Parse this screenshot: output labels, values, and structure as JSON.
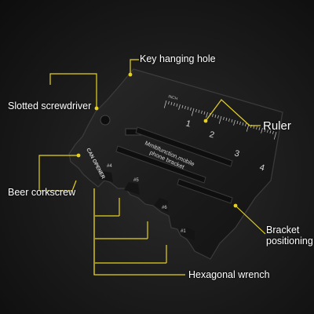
{
  "callout_color": "#e6d21e",
  "card_color": "#1b1b1b",
  "labels": {
    "key_hole": "Key hanging hole",
    "screwdriver": "Slotted screwdriver",
    "ruler": "Ruler",
    "corkscrew": "Beer corkscrew",
    "bracket_line1": "Bracket",
    "bracket_line2": "positioning",
    "hex_wrench": "Hexagonal wrench"
  },
  "card_text": {
    "can_opener": "CAN OPENER",
    "multi_line1": "Mmltifunction,mobile",
    "multi_line2": "phone bracket",
    "hex_sizes": [
      "#4",
      "#5",
      "#6",
      "#1"
    ],
    "ruler_unit": "INCH",
    "ruler_numbers": [
      "1",
      "2",
      "3",
      "4"
    ]
  }
}
